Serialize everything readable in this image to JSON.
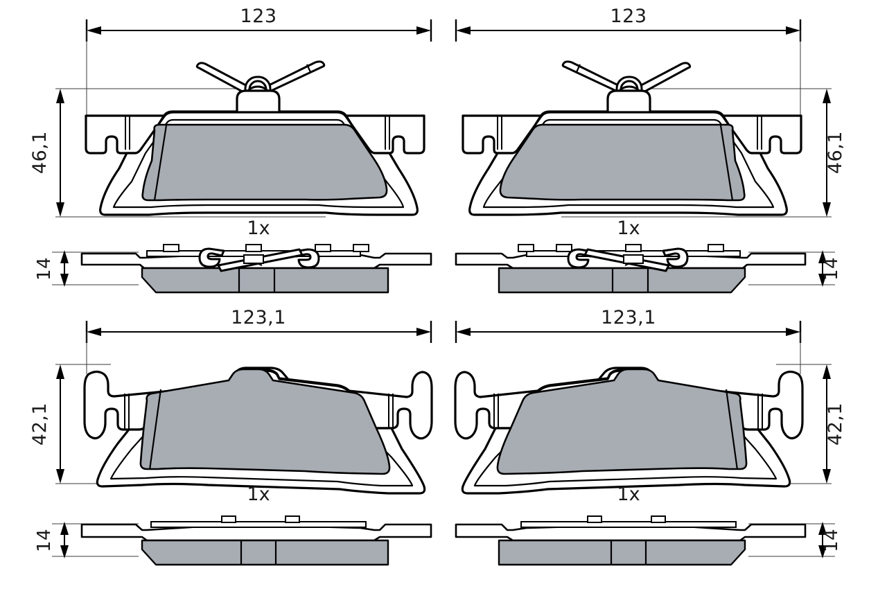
{
  "drawing": {
    "title": "Brake pad set technical drawing",
    "fill_color": "#a8acb3",
    "line_color": "#000000",
    "background": "#ffffff"
  },
  "panels": [
    {
      "id": "top-left",
      "view": "face",
      "variant": "with-wear-sensor",
      "orientation": "left",
      "width_label": "123",
      "height_label": "46,1",
      "quantity_label": "1x"
    },
    {
      "id": "top-right",
      "view": "face",
      "variant": "with-wear-sensor",
      "orientation": "right-mirrored",
      "width_label": "123",
      "height_label": "46,1",
      "quantity_label": "1x"
    },
    {
      "id": "mid-left",
      "view": "side",
      "variant": "with-wear-sensor",
      "orientation": "left",
      "thickness_label": "14"
    },
    {
      "id": "mid-right",
      "view": "side",
      "variant": "with-wear-sensor",
      "orientation": "right-mirrored",
      "thickness_label": "14"
    },
    {
      "id": "bottom-left",
      "view": "face",
      "variant": "plain",
      "orientation": "left",
      "width_label": "123,1",
      "height_label": "42,1",
      "quantity_label": "1x"
    },
    {
      "id": "bottom-right",
      "view": "face",
      "variant": "plain",
      "orientation": "right-mirrored",
      "width_label": "123,1",
      "height_label": "42,1",
      "quantity_label": "1x"
    },
    {
      "id": "base-left",
      "view": "side",
      "variant": "plain",
      "orientation": "left",
      "thickness_label": "14"
    },
    {
      "id": "base-right",
      "view": "side",
      "variant": "plain",
      "orientation": "right-mirrored",
      "thickness_label": "14"
    }
  ],
  "labels": {
    "w_top_left": "123",
    "w_top_right": "123",
    "h_top_left": "46,1",
    "h_top_right": "46,1",
    "qty_top_left": "1x",
    "qty_top_right": "1x",
    "t_mid_left": "14",
    "t_mid_right": "14",
    "w_bot_left": "123,1",
    "w_bot_right": "123,1",
    "h_bot_left": "42,1",
    "h_bot_right": "42,1",
    "qty_bot_left": "1x",
    "qty_bot_right": "1x",
    "t_base_left": "14",
    "t_base_right": "14"
  }
}
